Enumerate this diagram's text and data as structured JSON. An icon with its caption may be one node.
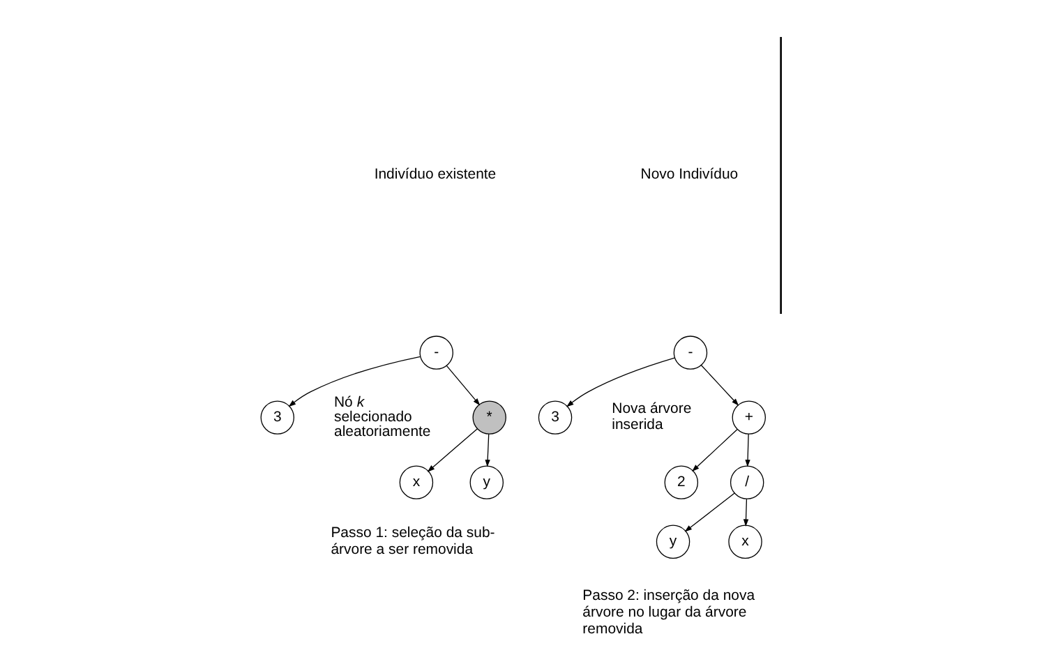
{
  "diagram": {
    "nodes": [
      {
        "text": [
          "-"
        ]
      },
      {
        "text": [
          "*"
        ],
        "beside": [
          "Nó *k* selecionado aleatoriamente"
        ]
      },
      {
        "text": [
          "3"
        ]
      },
      {
        "text": [
          "x"
        ]
      },
      {
        "text": [
          "y"
        ]
      },
      {
        "text": [
          "-"
        ]
      },
      {
        "text": [
          "+"
        ],
        "beside": [
          "Nova árvore inserida"
        ]
      },
      {
        "text": [
          "3"
        ]
      },
      {
        "text": [
          "2"
        ]
      },
      {
        "text": [
          "/"
        ]
      },
      {
        "text": [
          "y"
        ]
      },
      {
        "text": [
          "x"
        ]
      }
    ],
    "edges": [
      {
        "from": 0,
        "to": 1,
        "arrow": "to"
      },
      {
        "from": 0,
        "to": 2,
        "arrow": "to"
      },
      {
        "from": 1,
        "to": 3,
        "arrow": "to"
      },
      {
        "from": 1,
        "to": 4,
        "arrow": "to"
      },
      {
        "from": 5,
        "to": 6,
        "arrow": "to"
      },
      {
        "from": 5,
        "to": 7,
        "arrow": "to"
      },
      {
        "from": 6,
        "to": 8,
        "arrow": "to"
      },
      {
        "from": 6,
        "to": 9,
        "arrow": "to"
      },
      {
        "from": 9,
        "to": 10,
        "arrow": "to"
      },
      {
        "from": 9,
        "to": 11,
        "arrow": "to"
      }
    ],
    "labels": [
      "Indivíduo existente",
      "Novo Indivíduo",
      "Passo 1: seleção da sub-árvore a ser removida",
      "Passo 2: inserção da nova árvore no lugar da árvore removida"
    ]
  }
}
